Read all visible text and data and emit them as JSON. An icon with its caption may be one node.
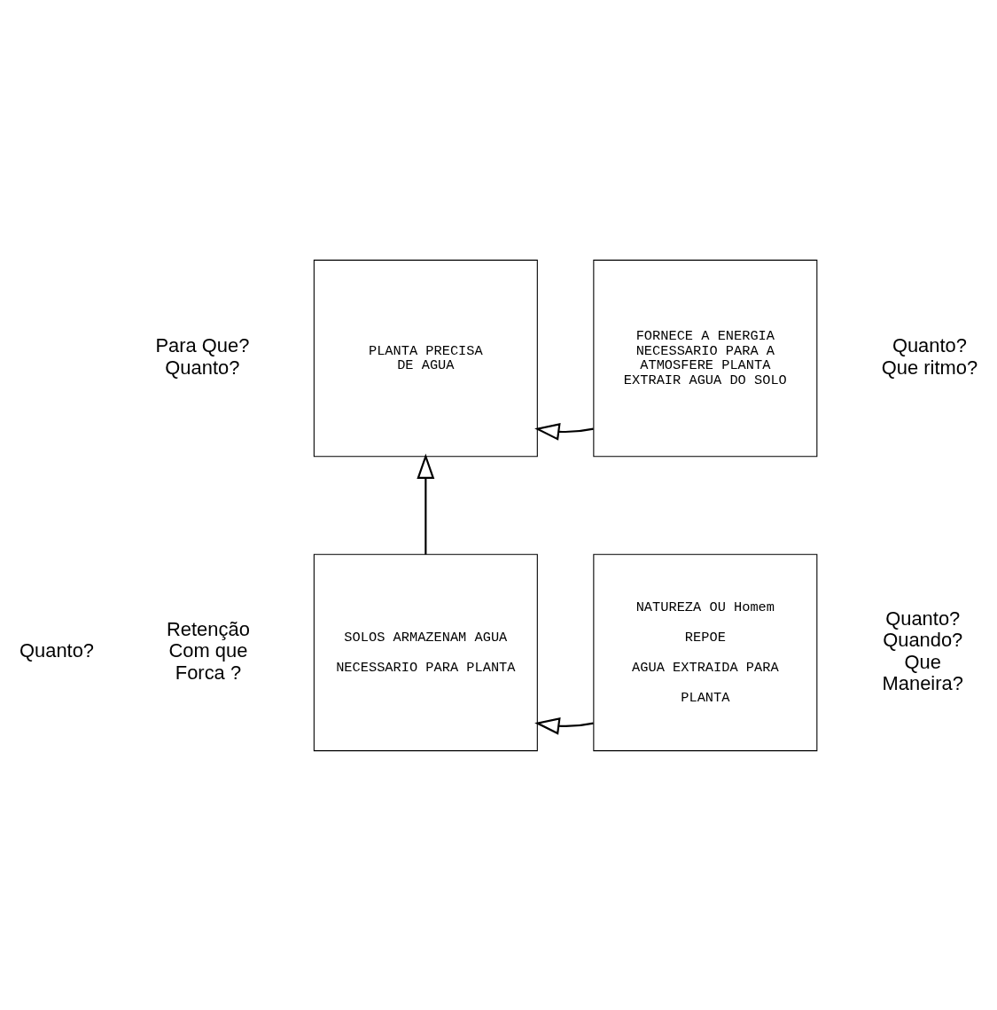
{
  "diagram": {
    "nodes": [
      {
        "text": [
          "PLANTA PRECISA DE AGUA"
        ],
        "beside": [
          "Para Que? Quanto?"
        ]
      },
      {
        "text": [
          "FORNECE A ENERGIA NECESSARIO PARA A ATMOSFERE PLANTA EXTRAIR AGUA DO SOLO"
        ],
        "beside": [
          "Quanto? Que ritmo?"
        ]
      },
      {
        "text": [
          "SOLOS ARMAZENAM AGUA",
          "NECESSARIO PARA PLANTA"
        ],
        "beside": [
          "Quanto?",
          "Retenção Com que Forca ?"
        ]
      },
      {
        "text": [
          "NATUREZA OU Homem",
          "REPOE",
          "AGUA EXTRAIDA PARA",
          "PLANTA"
        ],
        "beside": [
          "Quanto? Quando? Que Maneira?"
        ]
      }
    ],
    "edges": [
      {
        "from": 1,
        "to": 0,
        "arrow": "to"
      },
      {
        "from": 2,
        "to": 0,
        "arrow": "to"
      },
      {
        "from": 3,
        "to": 2,
        "arrow": "to"
      }
    ]
  }
}
